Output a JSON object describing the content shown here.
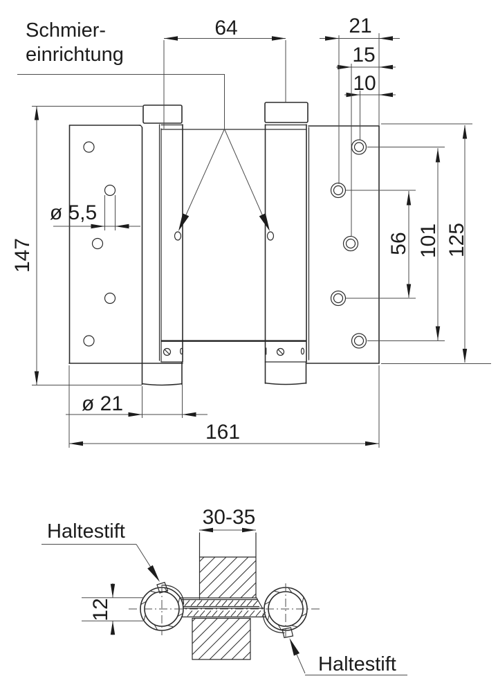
{
  "labels": {
    "lubrication_line1": "Schmier-",
    "lubrication_line2": "einrichtung",
    "retaining_pin_left": "Haltestift",
    "retaining_pin_right": "Haltestift"
  },
  "dimensions": {
    "cylinder_center_distance": "64",
    "hole_edge_offset_21": "21",
    "hole_edge_offset_15": "15",
    "hole_edge_offset_10": "10",
    "total_height": "147",
    "hole_diameter": "ø 5,5",
    "hole_spacing_56": "56",
    "hole_spacing_101": "101",
    "plate_height": "125",
    "cylinder_diameter": "ø 21",
    "total_width": "161",
    "door_thickness_range": "30-35",
    "pin_offset": "12"
  },
  "colors": {
    "line": "#2a2a2a",
    "background": "#ffffff"
  }
}
